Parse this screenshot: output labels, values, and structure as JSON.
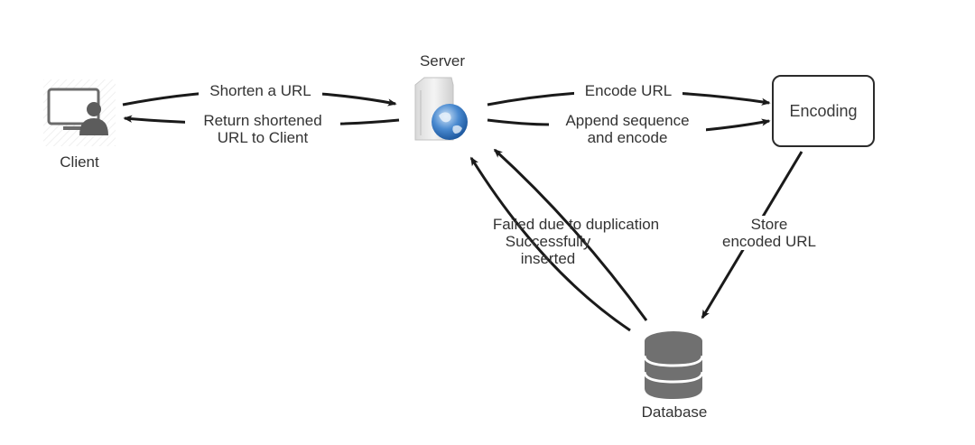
{
  "diagram": {
    "title": "URL Shortener Architecture",
    "nodes": {
      "client": {
        "label": "Client",
        "icon": "user-computer-icon"
      },
      "server": {
        "label": "Server",
        "icon": "server-globe-icon"
      },
      "encoding": {
        "label": "Encoding"
      },
      "database": {
        "label": "Database",
        "icon": "database-icon"
      }
    },
    "edges": {
      "shorten": {
        "from": "Client",
        "to": "Server",
        "label": "Shorten a URL"
      },
      "return": {
        "from": "Server",
        "to": "Client",
        "label_line1": "Return shortened",
        "label_line2": "URL to Client"
      },
      "encode": {
        "from": "Server",
        "to": "Encoding",
        "label": "Encode URL"
      },
      "append": {
        "from": "Server",
        "to": "Encoding",
        "label_line1": "Append sequence",
        "label_line2": "and encode"
      },
      "store": {
        "from": "Encoding",
        "to": "Database",
        "label_line1": "Store",
        "label_line2": "encoded URL"
      },
      "failed": {
        "from": "Database",
        "to": "Server",
        "label": "Failed due to duplication"
      },
      "success": {
        "from": "Database",
        "to": "Server",
        "label_line1": "Successfully",
        "label_line2": "inserted"
      }
    },
    "colors": {
      "line": "#1a1a1a",
      "icon_gray": "#6b6b6b",
      "globe_blue": "#3b7cc4",
      "text": "#333333"
    }
  }
}
